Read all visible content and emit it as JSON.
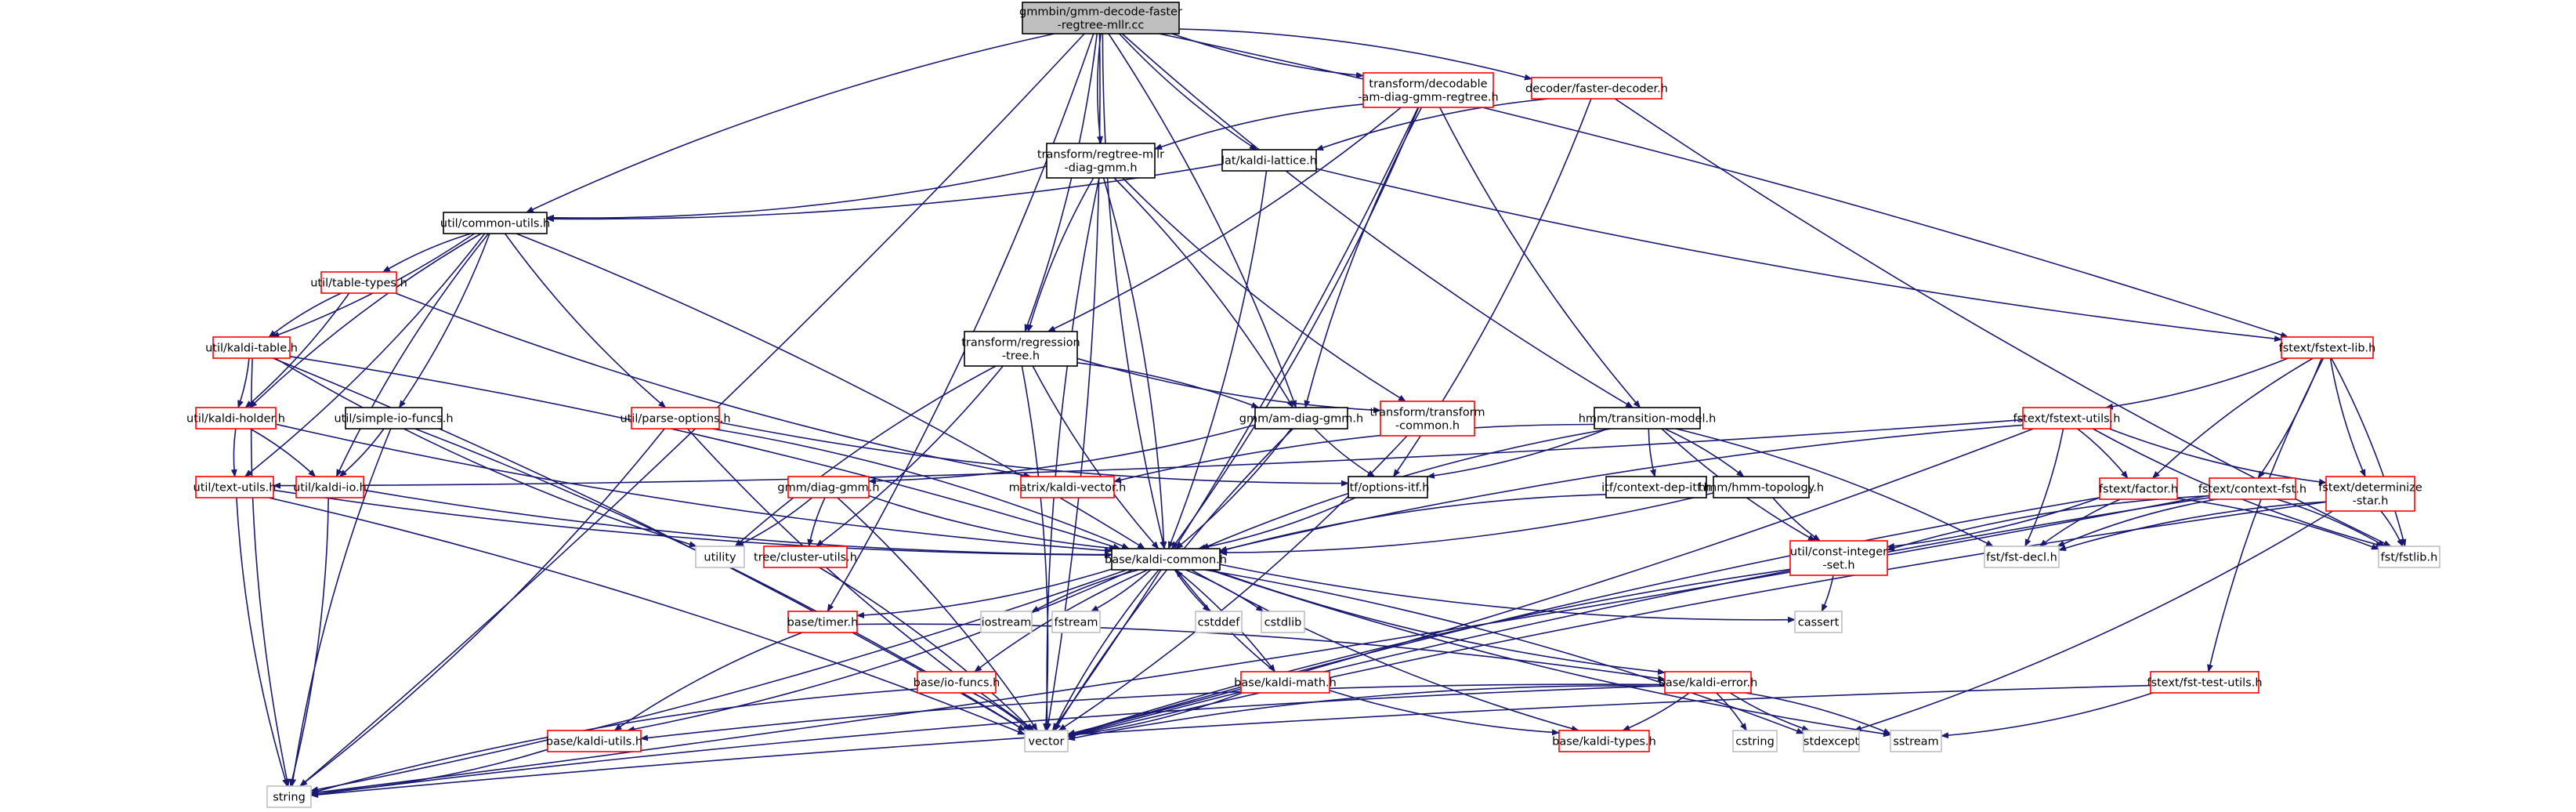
{
  "diagram": {
    "colors": {
      "root_fill": "#bfbfbf",
      "root_border": "#000000",
      "documented_border": "#000000",
      "undocumented_border": "#ff0000",
      "system_border": "#bfbfbf",
      "edge": "#191970"
    },
    "nodes": [
      {
        "id": "root",
        "lines": [
          "gmmbin/gmm-decode-faster",
          "-regtree-mllr.cc"
        ],
        "kind": "root"
      },
      {
        "id": "decodable",
        "lines": [
          "transform/decodable",
          "-am-diag-gmm-regtree.h"
        ],
        "kind": "red"
      },
      {
        "id": "faster_decoder",
        "lines": [
          "decoder/faster-decoder.h"
        ],
        "kind": "red"
      },
      {
        "id": "regtree_mllr",
        "lines": [
          "transform/regtree-mllr",
          "-diag-gmm.h"
        ],
        "kind": "black"
      },
      {
        "id": "kaldi_lattice",
        "lines": [
          "lat/kaldi-lattice.h"
        ],
        "kind": "black"
      },
      {
        "id": "common_utils",
        "lines": [
          "util/common-utils.h"
        ],
        "kind": "black"
      },
      {
        "id": "table_types",
        "lines": [
          "util/table-types.h"
        ],
        "kind": "red"
      },
      {
        "id": "kaldi_table",
        "lines": [
          "util/kaldi-table.h"
        ],
        "kind": "red"
      },
      {
        "id": "kaldi_holder",
        "lines": [
          "util/kaldi-holder.h"
        ],
        "kind": "red"
      },
      {
        "id": "simple_io",
        "lines": [
          "util/simple-io-funcs.h"
        ],
        "kind": "black"
      },
      {
        "id": "parse_options",
        "lines": [
          "util/parse-options.h"
        ],
        "kind": "red"
      },
      {
        "id": "text_utils",
        "lines": [
          "util/text-utils.h"
        ],
        "kind": "red"
      },
      {
        "id": "kaldi_io",
        "lines": [
          "util/kaldi-io.h"
        ],
        "kind": "red"
      },
      {
        "id": "regression_tree",
        "lines": [
          "transform/regression",
          "-tree.h"
        ],
        "kind": "black"
      },
      {
        "id": "am_diag_gmm",
        "lines": [
          "gmm/am-diag-gmm.h"
        ],
        "kind": "black"
      },
      {
        "id": "transform_common",
        "lines": [
          "transform/transform",
          "-common.h"
        ],
        "kind": "red"
      },
      {
        "id": "transition_model",
        "lines": [
          "hmm/transition-model.h"
        ],
        "kind": "black"
      },
      {
        "id": "kaldi_vector",
        "lines": [
          "matrix/kaldi-vector.h"
        ],
        "kind": "red"
      },
      {
        "id": "diag_gmm",
        "lines": [
          "gmm/diag-gmm.h"
        ],
        "kind": "red"
      },
      {
        "id": "options_itf",
        "lines": [
          "itf/options-itf.h"
        ],
        "kind": "black"
      },
      {
        "id": "context_dep_itf",
        "lines": [
          "itf/context-dep-itf.h"
        ],
        "kind": "black"
      },
      {
        "id": "hmm_topology",
        "lines": [
          "hmm/hmm-topology.h"
        ],
        "kind": "black"
      },
      {
        "id": "fstext_lib",
        "lines": [
          "fstext/fstext-lib.h"
        ],
        "kind": "red"
      },
      {
        "id": "fstext_utils",
        "lines": [
          "fstext/fstext-utils.h"
        ],
        "kind": "red"
      },
      {
        "id": "factor",
        "lines": [
          "fstext/factor.h"
        ],
        "kind": "red"
      },
      {
        "id": "context_fst",
        "lines": [
          "fstext/context-fst.h"
        ],
        "kind": "red"
      },
      {
        "id": "determinize_star",
        "lines": [
          "fstext/determinize",
          "-star.h"
        ],
        "kind": "red"
      },
      {
        "id": "const_integer_set",
        "lines": [
          "util/const-integer",
          "-set.h"
        ],
        "kind": "red"
      },
      {
        "id": "fst_decl",
        "lines": [
          "fst/fst-decl.h"
        ],
        "kind": "gray"
      },
      {
        "id": "fstlib",
        "lines": [
          "fst/fstlib.h"
        ],
        "kind": "gray"
      },
      {
        "id": "kaldi_common",
        "lines": [
          "base/kaldi-common.h"
        ],
        "kind": "black"
      },
      {
        "id": "cluster_utils",
        "lines": [
          "tree/cluster-utils.h"
        ],
        "kind": "red"
      },
      {
        "id": "utility",
        "lines": [
          "utility"
        ],
        "kind": "gray"
      },
      {
        "id": "iostream",
        "lines": [
          "iostream"
        ],
        "kind": "gray"
      },
      {
        "id": "fstream",
        "lines": [
          "fstream"
        ],
        "kind": "gray"
      },
      {
        "id": "cstddef",
        "lines": [
          "cstddef"
        ],
        "kind": "gray"
      },
      {
        "id": "cstdlib",
        "lines": [
          "cstdlib"
        ],
        "kind": "gray"
      },
      {
        "id": "cassert",
        "lines": [
          "cassert"
        ],
        "kind": "gray"
      },
      {
        "id": "timer",
        "lines": [
          "base/timer.h"
        ],
        "kind": "red"
      },
      {
        "id": "io_funcs",
        "lines": [
          "base/io-funcs.h"
        ],
        "kind": "red"
      },
      {
        "id": "kaldi_math",
        "lines": [
          "base/kaldi-math.h"
        ],
        "kind": "red"
      },
      {
        "id": "kaldi_error",
        "lines": [
          "base/kaldi-error.h"
        ],
        "kind": "red"
      },
      {
        "id": "fst_test_utils",
        "lines": [
          "fstext/fst-test-utils.h"
        ],
        "kind": "red"
      },
      {
        "id": "kaldi_utils",
        "lines": [
          "base/kaldi-utils.h"
        ],
        "kind": "red"
      },
      {
        "id": "kaldi_types",
        "lines": [
          "base/kaldi-types.h"
        ],
        "kind": "red"
      },
      {
        "id": "vector",
        "lines": [
          "vector"
        ],
        "kind": "gray"
      },
      {
        "id": "cstring",
        "lines": [
          "cstring"
        ],
        "kind": "gray"
      },
      {
        "id": "stdexcept",
        "lines": [
          "stdexcept"
        ],
        "kind": "gray"
      },
      {
        "id": "sstream",
        "lines": [
          "sstream"
        ],
        "kind": "gray"
      },
      {
        "id": "string",
        "lines": [
          "string"
        ],
        "kind": "gray"
      }
    ],
    "edges": [
      [
        "root",
        "string"
      ],
      [
        "root",
        "common_utils"
      ],
      [
        "root",
        "vector"
      ],
      [
        "root",
        "kaldi_common"
      ],
      [
        "root",
        "timer"
      ],
      [
        "root",
        "regtree_mllr"
      ],
      [
        "root",
        "regression_tree"
      ],
      [
        "root",
        "kaldi_lattice"
      ],
      [
        "root",
        "am_diag_gmm"
      ],
      [
        "root",
        "decodable"
      ],
      [
        "root",
        "faster_decoder"
      ],
      [
        "root",
        "transition_model"
      ],
      [
        "root",
        "fstext_lib"
      ],
      [
        "decodable",
        "regtree_mllr"
      ],
      [
        "decodable",
        "regression_tree"
      ],
      [
        "decodable",
        "am_diag_gmm"
      ],
      [
        "decodable",
        "kaldi_common"
      ],
      [
        "decodable",
        "transition_model"
      ],
      [
        "decodable",
        "vector"
      ],
      [
        "faster_decoder",
        "kaldi_lattice"
      ],
      [
        "faster_decoder",
        "options_itf"
      ],
      [
        "faster_decoder",
        "fstlib"
      ],
      [
        "regtree_mllr",
        "common_utils"
      ],
      [
        "regtree_mllr",
        "regression_tree"
      ],
      [
        "regtree_mllr",
        "am_diag_gmm"
      ],
      [
        "regtree_mllr",
        "transform_common"
      ],
      [
        "regtree_mllr",
        "kaldi_common"
      ],
      [
        "regtree_mllr",
        "vector"
      ],
      [
        "kaldi_lattice",
        "common_utils"
      ],
      [
        "kaldi_lattice",
        "fstext_lib"
      ],
      [
        "kaldi_lattice",
        "kaldi_common"
      ],
      [
        "common_utils",
        "table_types"
      ],
      [
        "common_utils",
        "kaldi_table"
      ],
      [
        "common_utils",
        "kaldi_holder"
      ],
      [
        "common_utils",
        "simple_io"
      ],
      [
        "common_utils",
        "parse_options"
      ],
      [
        "common_utils",
        "text_utils"
      ],
      [
        "common_utils",
        "kaldi_io"
      ],
      [
        "common_utils",
        "kaldi_common"
      ],
      [
        "table_types",
        "kaldi_table"
      ],
      [
        "table_types",
        "kaldi_holder"
      ],
      [
        "table_types",
        "kaldi_vector"
      ],
      [
        "kaldi_table",
        "kaldi_holder"
      ],
      [
        "kaldi_table",
        "string"
      ],
      [
        "kaldi_table",
        "vector"
      ],
      [
        "kaldi_table",
        "utility"
      ],
      [
        "kaldi_table",
        "kaldi_common"
      ],
      [
        "kaldi_holder",
        "text_utils"
      ],
      [
        "kaldi_holder",
        "kaldi_io"
      ],
      [
        "kaldi_holder",
        "kaldi_common"
      ],
      [
        "simple_io",
        "kaldi_io"
      ],
      [
        "simple_io",
        "string"
      ],
      [
        "simple_io",
        "vector"
      ],
      [
        "parse_options",
        "options_itf"
      ],
      [
        "parse_options",
        "string"
      ],
      [
        "parse_options",
        "vector"
      ],
      [
        "parse_options",
        "kaldi_common"
      ],
      [
        "text_utils",
        "string"
      ],
      [
        "text_utils",
        "vector"
      ],
      [
        "text_utils",
        "kaldi_common"
      ],
      [
        "kaldi_io",
        "string"
      ],
      [
        "kaldi_io",
        "kaldi_common"
      ],
      [
        "regression_tree",
        "am_diag_gmm"
      ],
      [
        "regression_tree",
        "transform_common"
      ],
      [
        "regression_tree",
        "cluster_utils"
      ],
      [
        "regression_tree",
        "utility"
      ],
      [
        "regression_tree",
        "vector"
      ],
      [
        "regression_tree",
        "kaldi_common"
      ],
      [
        "am_diag_gmm",
        "diag_gmm"
      ],
      [
        "am_diag_gmm",
        "options_itf"
      ],
      [
        "am_diag_gmm",
        "kaldi_common"
      ],
      [
        "am_diag_gmm",
        "vector"
      ],
      [
        "transform_common",
        "vector"
      ],
      [
        "transition_model",
        "kaldi_vector"
      ],
      [
        "transition_model",
        "options_itf"
      ],
      [
        "transition_model",
        "context_dep_itf"
      ],
      [
        "transition_model",
        "hmm_topology"
      ],
      [
        "transition_model",
        "const_integer_set"
      ],
      [
        "transition_model",
        "fst_decl"
      ],
      [
        "transition_model",
        "kaldi_common"
      ],
      [
        "diag_gmm",
        "utility"
      ],
      [
        "diag_gmm",
        "cluster_utils"
      ],
      [
        "diag_gmm",
        "vector"
      ],
      [
        "diag_gmm",
        "kaldi_common"
      ],
      [
        "options_itf",
        "kaldi_common"
      ],
      [
        "context_dep_itf",
        "kaldi_common"
      ],
      [
        "hmm_topology",
        "kaldi_common"
      ],
      [
        "hmm_topology",
        "const_integer_set"
      ],
      [
        "fstext_lib",
        "fstext_utils"
      ],
      [
        "fstext_lib",
        "factor"
      ],
      [
        "fstext_lib",
        "context_fst"
      ],
      [
        "fstext_lib",
        "determinize_star"
      ],
      [
        "fstext_lib",
        "fstlib"
      ],
      [
        "fstext_lib",
        "fst_test_utils"
      ],
      [
        "fstext_utils",
        "factor"
      ],
      [
        "fstext_utils",
        "determinize_star"
      ],
      [
        "fstext_utils",
        "fst_decl"
      ],
      [
        "fstext_utils",
        "fstlib"
      ],
      [
        "fstext_utils",
        "vector"
      ],
      [
        "fstext_utils",
        "kaldi_common"
      ],
      [
        "fstext_utils",
        "text_utils"
      ],
      [
        "factor",
        "fst_decl"
      ],
      [
        "factor",
        "fstlib"
      ],
      [
        "factor",
        "vector"
      ],
      [
        "factor",
        "const_integer_set"
      ],
      [
        "context_fst",
        "fst_decl"
      ],
      [
        "context_fst",
        "fstlib"
      ],
      [
        "context_fst",
        "const_integer_set"
      ],
      [
        "context_fst",
        "string"
      ],
      [
        "context_fst",
        "vector"
      ],
      [
        "determinize_star",
        "fstlib"
      ],
      [
        "determinize_star",
        "fst_decl"
      ],
      [
        "determinize_star",
        "stdexcept"
      ],
      [
        "determinize_star",
        "vector"
      ],
      [
        "const_integer_set",
        "cassert"
      ],
      [
        "const_integer_set",
        "vector"
      ],
      [
        "fst_test_utils",
        "sstream"
      ],
      [
        "fst_test_utils",
        "string"
      ],
      [
        "cluster_utils",
        "vector"
      ],
      [
        "kaldi_common",
        "iostream"
      ],
      [
        "kaldi_common",
        "fstream"
      ],
      [
        "kaldi_common",
        "cstddef"
      ],
      [
        "kaldi_common",
        "cstdlib"
      ],
      [
        "kaldi_common",
        "cassert"
      ],
      [
        "kaldi_common",
        "string"
      ],
      [
        "kaldi_common",
        "vector"
      ],
      [
        "kaldi_common",
        "timer"
      ],
      [
        "kaldi_common",
        "io_funcs"
      ],
      [
        "kaldi_common",
        "kaldi_math"
      ],
      [
        "kaldi_common",
        "kaldi_error"
      ],
      [
        "kaldi_common",
        "kaldi_utils"
      ],
      [
        "kaldi_common",
        "kaldi_types"
      ],
      [
        "kaldi_common",
        "stdexcept"
      ],
      [
        "kaldi_common",
        "sstream"
      ],
      [
        "timer",
        "kaldi_error"
      ],
      [
        "timer",
        "kaldi_utils"
      ],
      [
        "io_funcs",
        "vector"
      ],
      [
        "io_funcs",
        "string"
      ],
      [
        "kaldi_math",
        "vector"
      ],
      [
        "kaldi_math",
        "kaldi_types"
      ],
      [
        "kaldi_math",
        "kaldi_common"
      ],
      [
        "kaldi_error",
        "kaldi_utils"
      ],
      [
        "kaldi_error",
        "kaldi_types"
      ],
      [
        "kaldi_error",
        "vector"
      ],
      [
        "kaldi_error",
        "cstring"
      ],
      [
        "kaldi_error",
        "stdexcept"
      ],
      [
        "kaldi_error",
        "sstream"
      ],
      [
        "kaldi_error",
        "string"
      ],
      [
        "kaldi_utils",
        "string"
      ]
    ]
  }
}
